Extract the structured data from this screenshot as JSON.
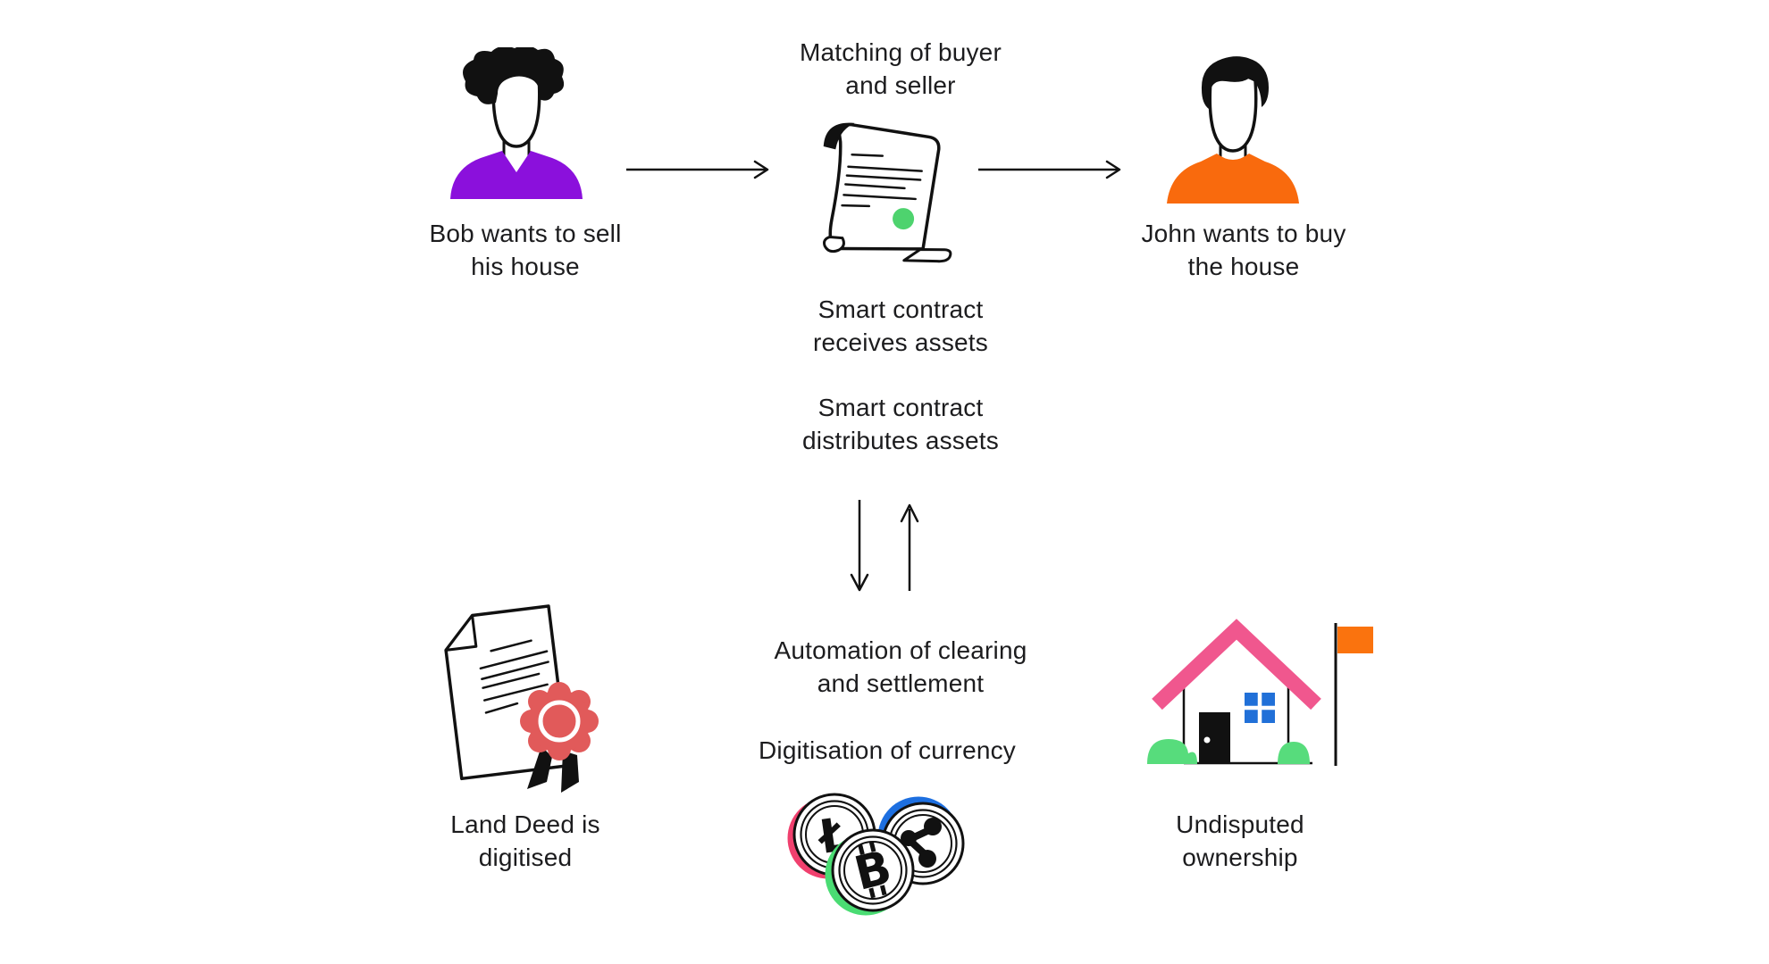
{
  "background": "#ffffff",
  "colors": {
    "ink": "#111111",
    "text": "#1c1c1e",
    "seller_shirt_purple": "#8B10DC",
    "buyer_shirt_orange": "#F96A0D",
    "contract_dot_green": "#4ED36E",
    "seal_red": "#E15A5A",
    "roof_pink": "#F0578E",
    "window_blue": "#2170D8",
    "bush_green": "#57DC7C",
    "flag_orange": "#FA730E",
    "litecoin_accent_pink": "#F0406E",
    "bitcoin_accent_green": "#4ADC73",
    "ripple_accent_blue": "#1D6FE0"
  },
  "nodes": {
    "seller": {
      "line1": "Bob wants to sell",
      "line2": "his house"
    },
    "matching": {
      "line1": "Matching of buyer",
      "line2": "and seller"
    },
    "buyer": {
      "line1": "John wants to buy",
      "line2": "the house"
    },
    "receives": {
      "line1": "Smart contract",
      "line2": "receives assets"
    },
    "distributes": {
      "line1": "Smart contract",
      "line2": "distributes assets"
    },
    "automation": {
      "line1": "Automation of clearing",
      "line2": "and settlement"
    },
    "digitisation": {
      "line1": "Digitisation of currency"
    },
    "deed": {
      "line1": "Land Deed is",
      "line2": "digitised"
    },
    "ownership": {
      "line1": "Undisputed",
      "line2": "ownership"
    }
  },
  "coins": {
    "litecoin_symbol": "Ł",
    "bitcoin_symbol": "B"
  }
}
